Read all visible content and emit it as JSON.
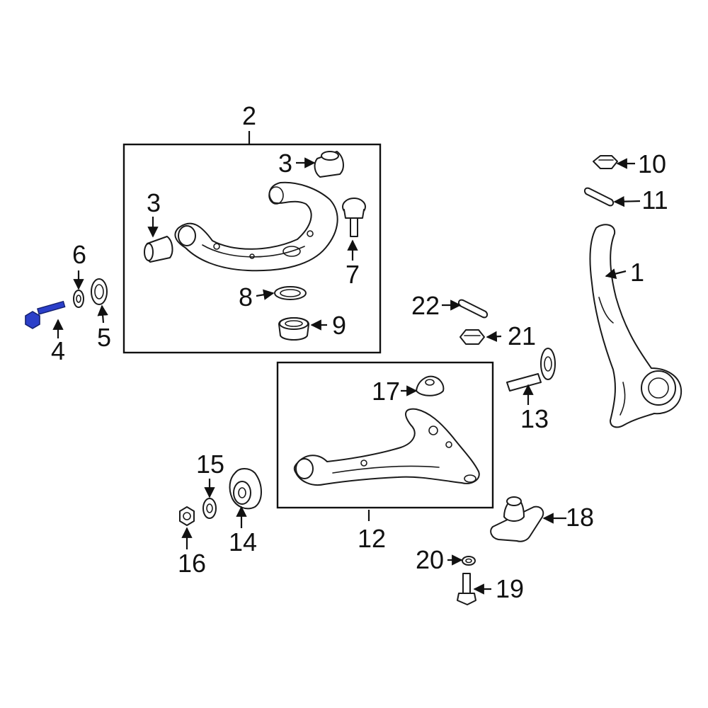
{
  "diagram": {
    "accent_color": "#2b3fc9",
    "highlighted_part": "4",
    "callouts": {
      "c1": "1",
      "c2": "2",
      "c3a": "3",
      "c3b": "3",
      "c4": "4",
      "c5": "5",
      "c6": "6",
      "c7": "7",
      "c8": "8",
      "c9": "9",
      "c10": "10",
      "c11": "11",
      "c12": "12",
      "c13": "13",
      "c14": "14",
      "c15": "15",
      "c16": "16",
      "c17": "17",
      "c18": "18",
      "c19": "19",
      "c20": "20",
      "c21": "21",
      "c22": "22"
    }
  }
}
